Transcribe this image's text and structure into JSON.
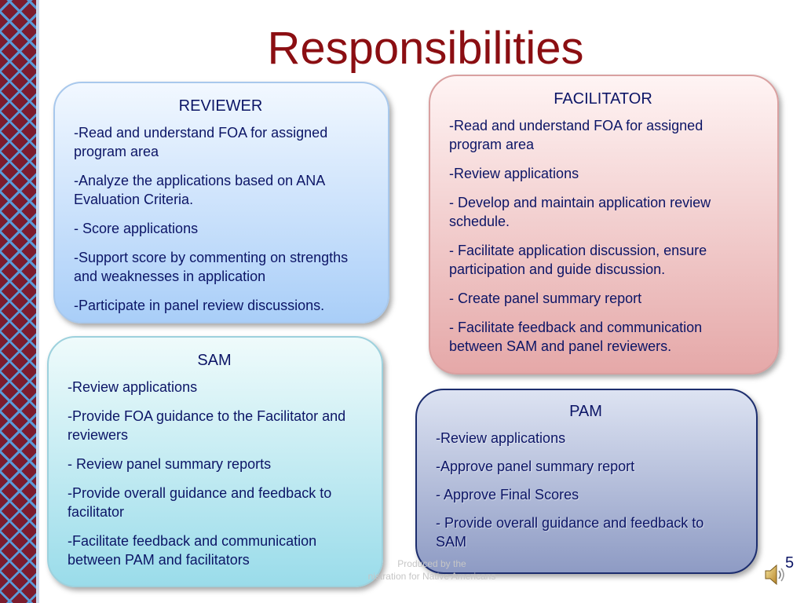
{
  "slide": {
    "title": "Responsibilities",
    "page_number": "5",
    "footer": {
      "line1": "Produced by the",
      "line2": "nistration for Native Americans"
    }
  },
  "boxes": {
    "reviewer": {
      "heading": "REVIEWER",
      "items": [
        "-Read and understand FOA for assigned program area",
        "-Analyze the applications based on ANA Evaluation Criteria.",
        "- Score applications",
        "-Support score by commenting on strengths and weaknesses in application",
        "-Participate in panel review discussions."
      ]
    },
    "facilitator": {
      "heading": "FACILITATOR",
      "items": [
        "-Read and understand FOA for assigned program area",
        "-Review applications",
        "- Develop and maintain application review schedule.",
        "- Facilitate application discussion, ensure participation and guide discussion.",
        "- Create panel summary report",
        "- Facilitate feedback and communication between SAM and panel reviewers."
      ]
    },
    "sam": {
      "heading": "SAM",
      "items": [
        "-Review applications",
        "-Provide FOA guidance to the Facilitator and reviewers",
        "- Review panel summary  reports",
        "-Provide overall guidance and feedback to facilitator",
        "-Facilitate feedback and communication between PAM and facilitators"
      ]
    },
    "pam": {
      "heading": "PAM",
      "items": [
        "-Review applications",
        "-Approve panel summary report",
        "- Approve Final Scores",
        "- Provide overall guidance and feedback to SAM"
      ]
    }
  },
  "icons": {
    "speaker": "speaker-icon"
  },
  "colors": {
    "title": "#8b0e12",
    "text": "#0c1566",
    "border_strip": "#7b1c2e"
  }
}
